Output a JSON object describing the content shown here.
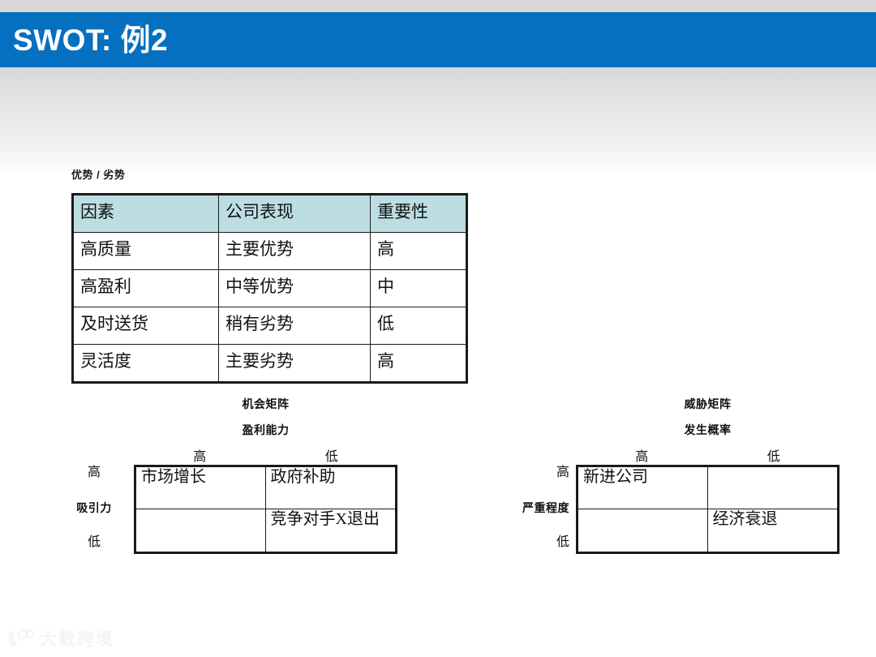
{
  "slide": {
    "title": "SWOT: 例2",
    "accent_color": "#0670c0",
    "header_cell_color": "#bcdee3",
    "background_color": "#ffffff"
  },
  "sw_section": {
    "label": "优势 / 劣势",
    "columns": [
      "因素",
      "公司表现",
      "重要性"
    ],
    "rows": [
      {
        "factor": "高质量",
        "performance": "主要优势",
        "importance": "高"
      },
      {
        "factor": "高盈利",
        "performance": "中等优势",
        "importance": "中"
      },
      {
        "factor": "及时送货",
        "performance": "稍有劣势",
        "importance": "低"
      },
      {
        "factor": "灵活度",
        "performance": "主要劣势",
        "importance": "高"
      }
    ]
  },
  "opportunity_matrix": {
    "title": "机会矩阵",
    "column_axis_label": "盈利能力",
    "column_headers": [
      "高",
      "低"
    ],
    "row_axis_label": "吸引力",
    "row_headers": [
      "高",
      "低"
    ],
    "cells": {
      "high_high": "市场增长",
      "high_low": "政府补助",
      "low_high": "",
      "low_low": "竞争对手X退出"
    }
  },
  "threat_matrix": {
    "title": "威胁矩阵",
    "column_axis_label": "发生概率",
    "column_headers": [
      "高",
      "低"
    ],
    "row_axis_label": "严重程度",
    "row_headers": [
      "高",
      "低"
    ],
    "cells": {
      "high_high": "新进公司",
      "high_low": "",
      "low_high": "",
      "low_low": "经济衰退"
    }
  },
  "watermark": {
    "text": "大数跨境"
  }
}
